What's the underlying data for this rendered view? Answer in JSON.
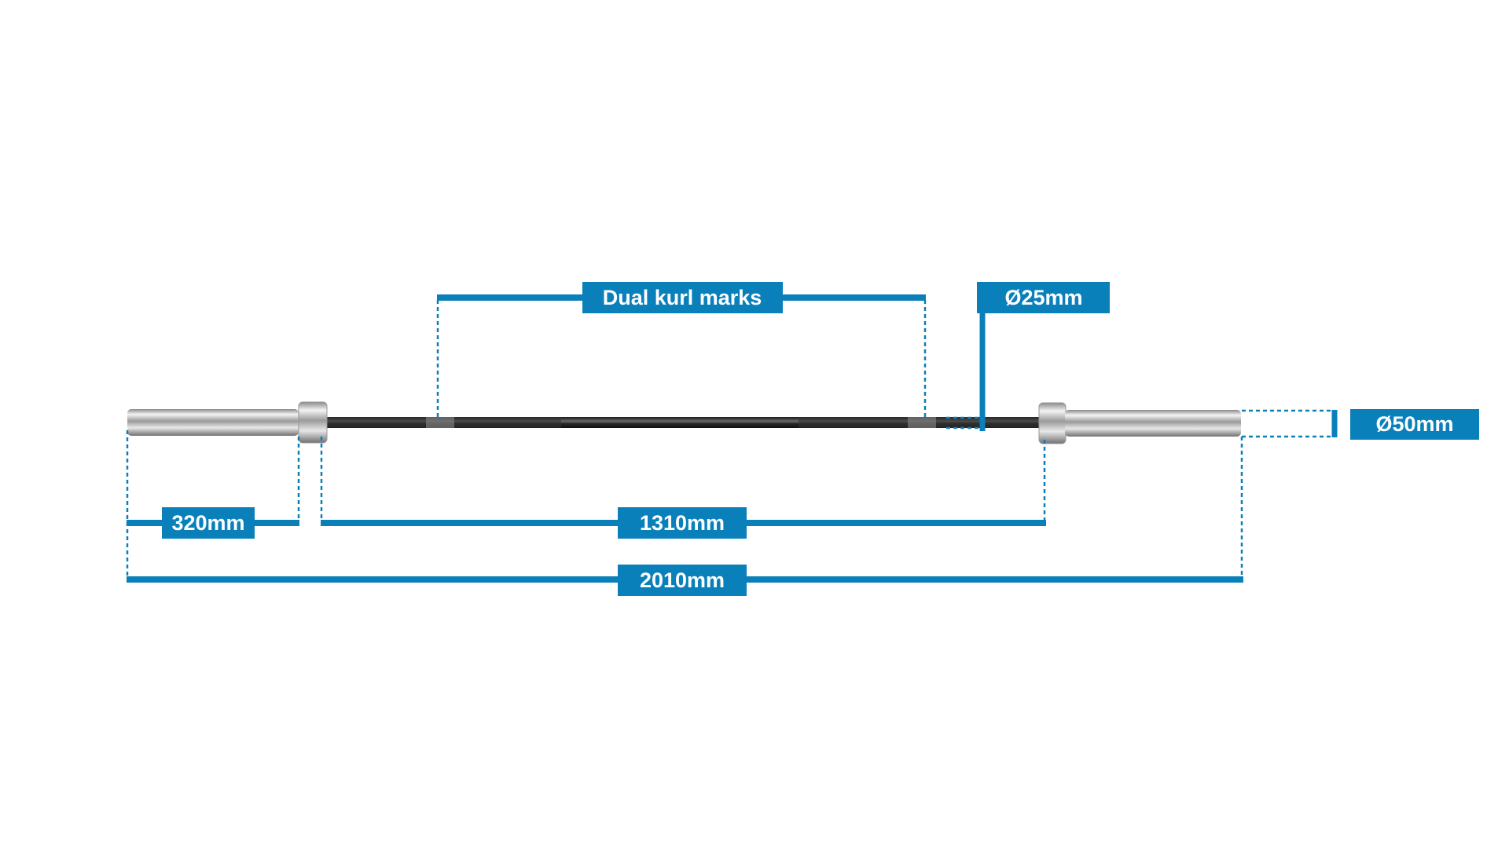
{
  "colors": {
    "accent": "#0a80ba",
    "background": "#ffffff"
  },
  "product": "barbell",
  "labels": {
    "knurl": "Dual kurl marks",
    "shaft_diameter": "Ø25mm",
    "sleeve_diameter": "Ø50mm",
    "sleeve_length": "320mm",
    "shaft_length": "1310mm",
    "total_length": "2010mm"
  }
}
